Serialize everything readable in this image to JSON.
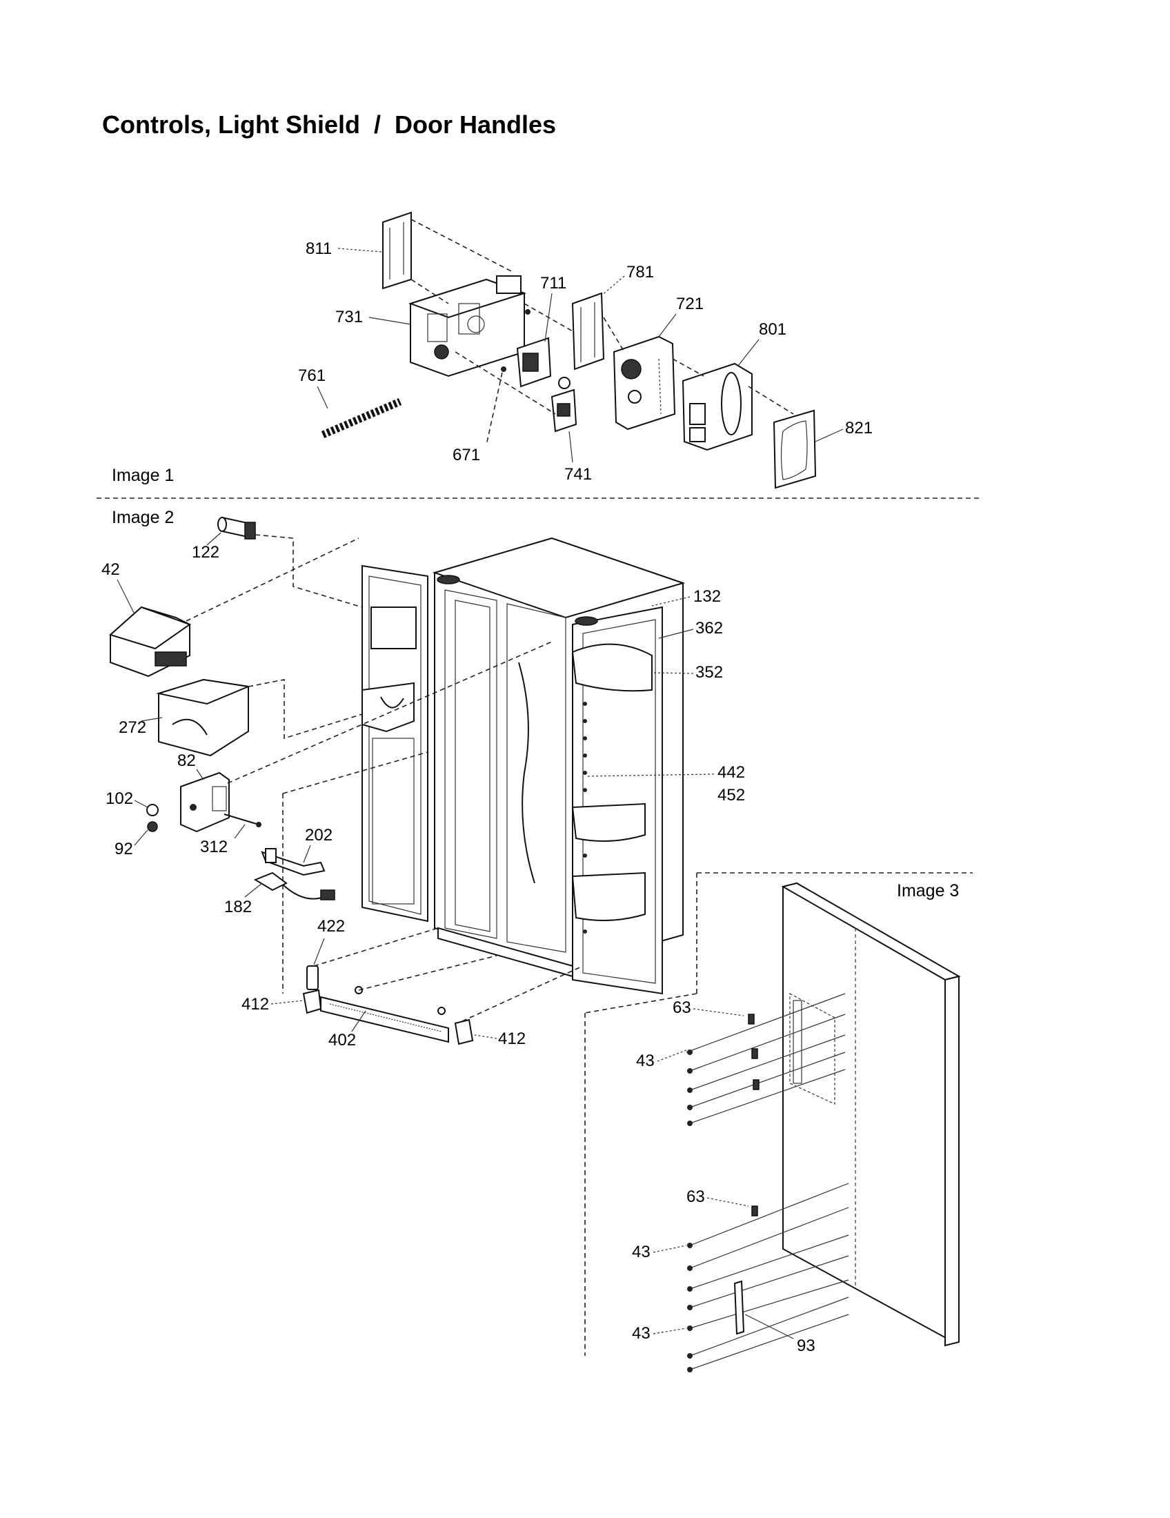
{
  "title": "Controls, Light Shield  /  Door Handles",
  "sections": {
    "image1": "Image 1",
    "image2": "Image 2",
    "image3": "Image 3"
  },
  "callouts": {
    "p811": "811",
    "p711": "711",
    "p781": "781",
    "p721": "721",
    "p731": "731",
    "p801": "801",
    "p761": "761",
    "p821": "821",
    "p671": "671",
    "p741": "741",
    "p122": "122",
    "p42": "42",
    "p132": "132",
    "p362": "362",
    "p352": "352",
    "p272": "272",
    "p82": "82",
    "p442": "442",
    "p452": "452",
    "p102": "102",
    "p92": "92",
    "p312": "312",
    "p202": "202",
    "p182": "182",
    "p422": "422",
    "p412a": "412",
    "p402": "402",
    "p412b": "412",
    "p63a": "63",
    "p43a": "43",
    "p63b": "63",
    "p43b": "43",
    "p43c": "43",
    "p93": "93"
  }
}
